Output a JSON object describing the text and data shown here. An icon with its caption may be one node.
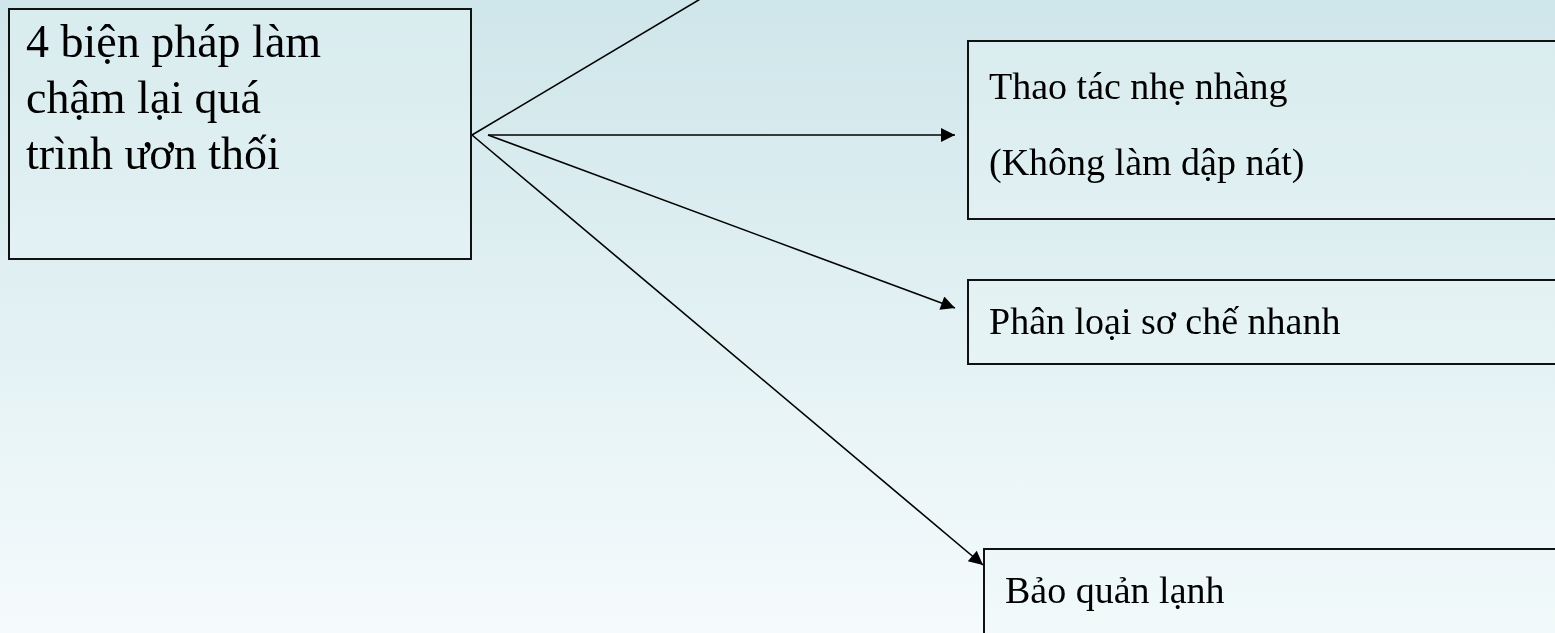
{
  "diagram": {
    "nodes": [
      {
        "text": [
          "4 biện pháp làm chậm lại quá trình ươn thối"
        ]
      },
      {
        "text": [
          "Thao tác nhẹ nhàng",
          "(Không làm dập nát)"
        ]
      },
      {
        "text": [
          "Phân loại sơ chế nhanh"
        ]
      },
      {
        "text": [
          "Bảo quản lạnh"
        ]
      }
    ],
    "edges": [
      {
        "from": 0,
        "to": null,
        "arrow": "none"
      },
      {
        "from": 0,
        "to": 1,
        "arrow": "to"
      },
      {
        "from": 0,
        "to": 2,
        "arrow": "to"
      },
      {
        "from": 0,
        "to": 3,
        "arrow": "to"
      }
    ]
  }
}
